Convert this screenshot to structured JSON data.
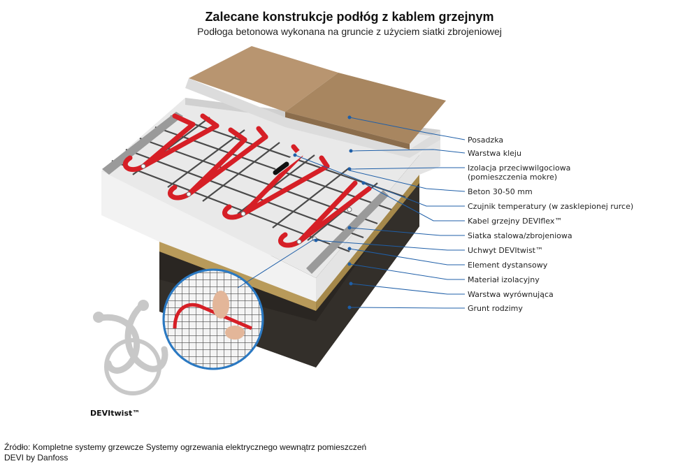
{
  "header": {
    "title": "Zalecane konstrukcje podłóg z kablem grzejnym",
    "subtitle": "Podłoga betonowa wykonana na gruncie z użyciem siatki zbrojeniowej"
  },
  "labels": [
    {
      "id": "posadzka",
      "text": "Posadzka"
    },
    {
      "id": "klej",
      "text": "Warstwa kleju"
    },
    {
      "id": "izolacja1",
      "text": "Izolacja przeciwwilgociowa"
    },
    {
      "id": "izolacja2",
      "text": "(pomieszczenia mokre)"
    },
    {
      "id": "beton",
      "text": "Beton 30-50 mm"
    },
    {
      "id": "czujnik",
      "text": "Czujnik temperatury (w zasklepionej rurce)"
    },
    {
      "id": "kabel",
      "text": "Kabel grzejny DEVIflex™"
    },
    {
      "id": "siatka",
      "text": "Siatka stalowa/zbrojeniowa"
    },
    {
      "id": "uchwyt",
      "text": "Uchwyt DEVItwist™"
    },
    {
      "id": "element",
      "text": "Element dystansowy"
    },
    {
      "id": "material",
      "text": "Materiał izolacyjny"
    },
    {
      "id": "warstwa",
      "text": "Warstwa wyrównująca"
    },
    {
      "id": "grunt",
      "text": "Grunt rodzimy"
    }
  ],
  "devitwist_label": "DEVItwist™",
  "source": {
    "line1": "Źródło: Kompletne systemy grzewcze Systemy ogrzewania elektrycznego wewnątrz pomieszczeń",
    "line2": "DEVI by Danfoss"
  },
  "colors": {
    "leader": "#1f5fa8",
    "cable": "#d61f26",
    "tile": "#b08a62",
    "insulation": "#eeeeee",
    "ground": "#2a2622",
    "leveling": "#b89a5a"
  }
}
